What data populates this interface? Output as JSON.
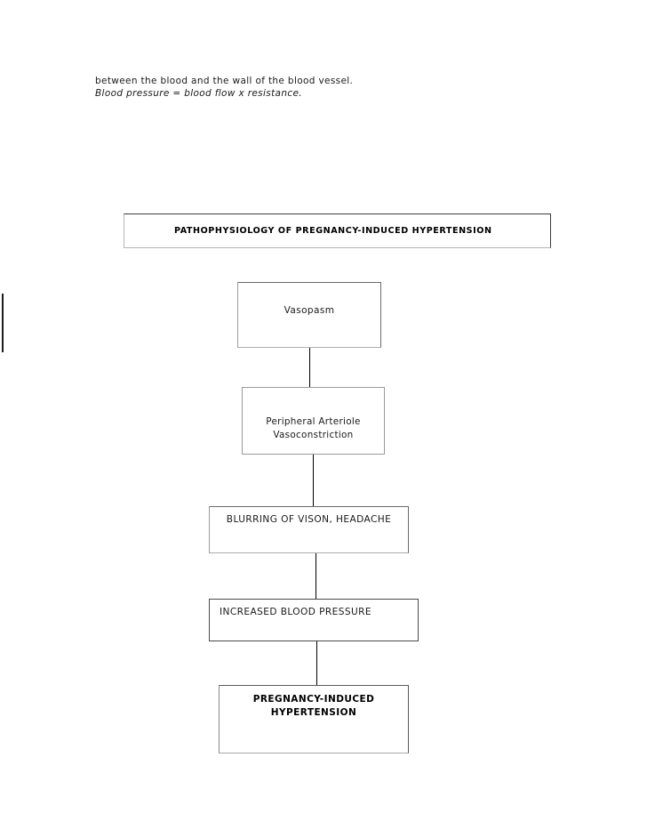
{
  "document": {
    "intro": {
      "line1": "between the blood and the wall of the blood vessel.",
      "line2": "Blood pressure = blood flow x resistance."
    },
    "title": "PATHOPHYSIOLOGY OF PREGNANCY-INDUCED HYPERTENSION"
  },
  "flowchart": {
    "nodes": [
      {
        "id": "vasospasm",
        "label": "Vasopasm"
      },
      {
        "id": "arteriole",
        "label": "Peripheral Arteriole\nVasoconstriction"
      },
      {
        "id": "blurring",
        "label": "BLURRING OF VISON, HEADACHE"
      },
      {
        "id": "increased",
        "label": "INCREASED BLOOD PRESSURE"
      },
      {
        "id": "pih",
        "label": "PREGNANCY-INDUCED\nHYPERTENSION"
      }
    ],
    "connectors": [
      {
        "from": "vasospasm",
        "to": "arteriole"
      },
      {
        "from": "arteriole",
        "to": "blurring"
      },
      {
        "from": "blurring",
        "to": "increased"
      },
      {
        "from": "increased",
        "to": "pih"
      }
    ]
  },
  "colors": {
    "page_background": "#ffffff",
    "text": "#1a1a1a",
    "node_border": "#6b6b6b",
    "node_border_soft": "#9a9a9a",
    "connector": "#000000"
  }
}
